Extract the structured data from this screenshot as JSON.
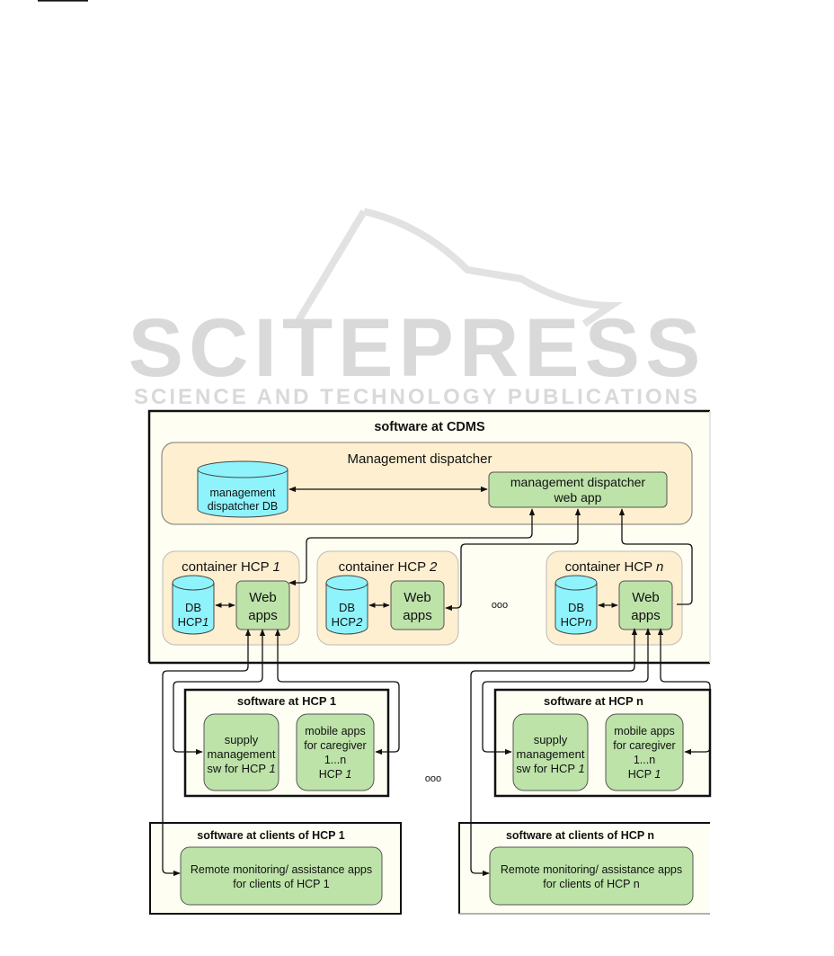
{
  "watermark": {
    "brand": "SCITEPRESS",
    "tagline": "SCIENCE AND TECHNOLOGY PUBLICATIONS"
  },
  "colors": {
    "outer_bg": "#fefef2",
    "dispatcher_bg": "#fdefcf",
    "container_bg": "#fdefcf",
    "db_fill": "#8ff3fc",
    "app_fill": "#bde3a9",
    "line": "#111111"
  },
  "cdms": {
    "title": "software at CDMS",
    "dispatcher": {
      "title": "Management dispatcher",
      "db": {
        "line1": "management",
        "line2": "dispatcher DB"
      },
      "webapp": {
        "line1": "management dispatcher",
        "line2": "web app"
      }
    },
    "containers": [
      {
        "title_prefix": "container HCP ",
        "title_suffix": "1",
        "db_line1": "DB",
        "db_line2_prefix": "HCP",
        "db_line2_suffix": "1",
        "app_line1": "Web",
        "app_line2": "apps"
      },
      {
        "title_prefix": "container HCP ",
        "title_suffix": "2",
        "db_line1": "DB",
        "db_line2_prefix": "HCP",
        "db_line2_suffix": "2",
        "app_line1": "Web",
        "app_line2": "apps"
      },
      {
        "title_prefix": "container HCP ",
        "title_suffix": "n",
        "db_line1": "DB",
        "db_line2_prefix": "HCP",
        "db_line2_suffix": "n",
        "app_line1": "Web",
        "app_line2": "apps"
      }
    ],
    "ellipsis": "ooo"
  },
  "hcp_software": [
    {
      "title": "software at HCP 1",
      "supply": {
        "line1": "supply",
        "line2": "management",
        "line3_prefix": "sw for HCP ",
        "line3_suffix": "1"
      },
      "mobile": {
        "line1": "mobile apps",
        "line2": "for caregiver",
        "line3": "1...n",
        "line4_prefix": "HCP ",
        "line4_suffix": "1"
      }
    },
    {
      "title": "software at HCP n",
      "supply": {
        "line1": "supply",
        "line2": "management",
        "line3_prefix": "sw for HCP ",
        "line3_suffix": "1"
      },
      "mobile": {
        "line1": "mobile apps",
        "line2": "for caregiver",
        "line3": "1...n",
        "line4_prefix": "HCP ",
        "line4_suffix": "1"
      }
    }
  ],
  "middle_ellipsis": "ooo",
  "clients": [
    {
      "title": "software at clients of HCP 1",
      "app_line1": "Remote monitoring/ assistance apps",
      "app_line2": "for clients of HCP 1"
    },
    {
      "title": "software at clients of HCP n",
      "app_line1": "Remote monitoring/ assistance apps",
      "app_line2": "for clients of HCP n"
    }
  ]
}
